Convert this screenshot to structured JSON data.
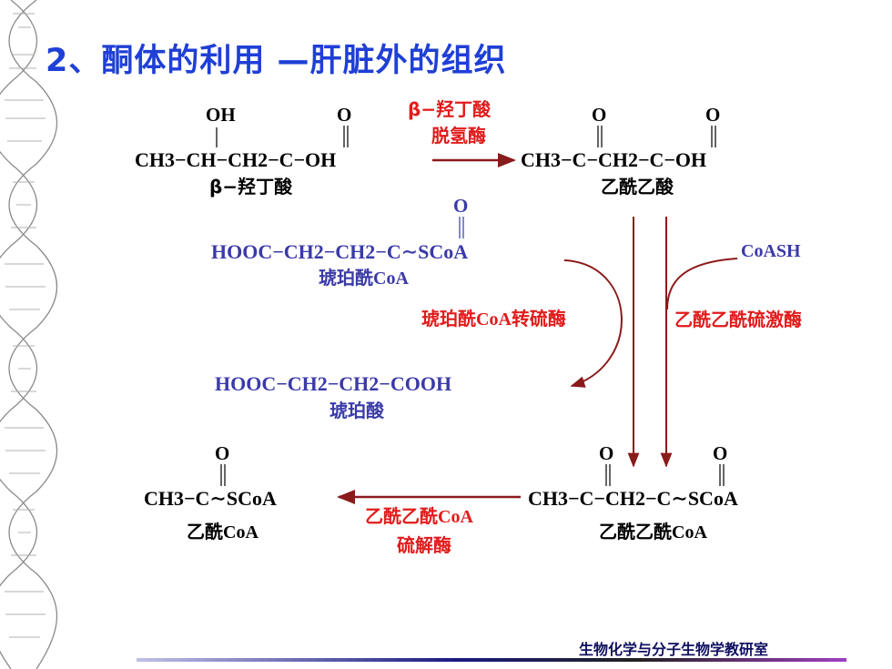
{
  "title": "2、酮体的利用 —肝脏外的组织",
  "reaction1": {
    "substrate_main": "CH3−CH−CH2−C−OH",
    "substrate_oh": "OH",
    "substrate_o": "O",
    "substrate_name": "β−羟丁酸",
    "enzyme_line1": "β−羟丁酸",
    "enzyme_line2": "脱氢酶",
    "product_main": "CH3−C−CH2−C−OH",
    "product_o1": "O",
    "product_o2": "O",
    "product_name": "乙酰乙酸"
  },
  "reaction2": {
    "succinyl_coa_main": "HOOC−CH2−CH2−C∼SCoA",
    "succinyl_coa_o": "O",
    "succinyl_coa_name": "琥珀酰CoA",
    "coash": "CoASH",
    "enzyme_left": "琥珀酰CoA转硫酶",
    "enzyme_right": "乙酰乙酰硫激酶",
    "succinate_main": "HOOC−CH2−CH2−COOH",
    "succinate_name": "琥珀酸"
  },
  "reaction3": {
    "acetyl_coa_main": "CH3−C∼SCoA",
    "acetyl_coa_o": "O",
    "acetyl_coa_name": "乙酰CoA",
    "enzyme_line1": "乙酰乙酰CoA",
    "enzyme_line2": "硫解酶",
    "acac_coa_main": "CH3−C−CH2−C∼SCoA",
    "acac_coa_o1": "O",
    "acac_coa_o2": "O",
    "acac_coa_name": "乙酰乙酰CoA"
  },
  "footer": "生物化学与分子生物学教研室",
  "colors": {
    "title": "#1f3fd6",
    "enzyme": "#e11b1b",
    "compound_blue": "#3a3aa8",
    "arrow": "#8b1a1a"
  }
}
